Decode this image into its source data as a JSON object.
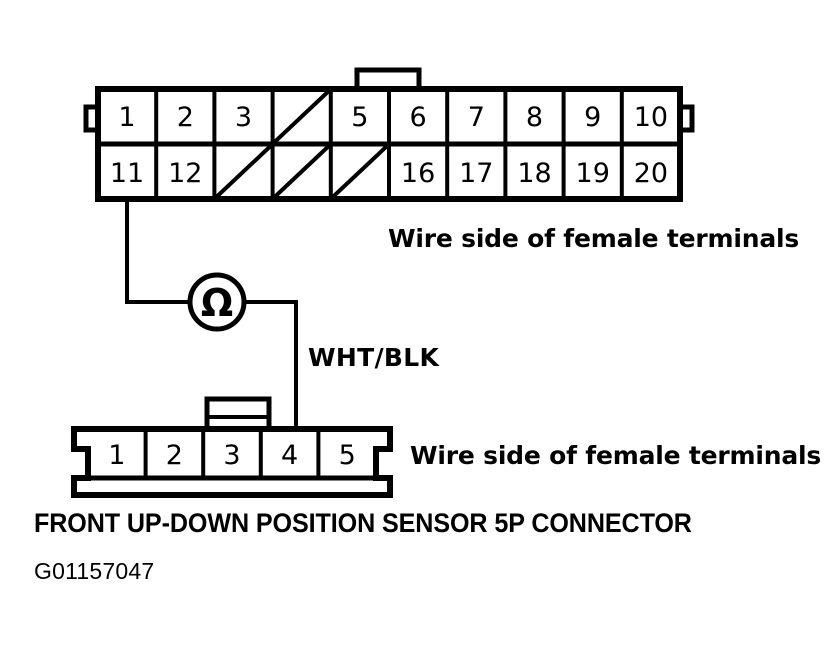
{
  "figure": {
    "id_label": "G01157047",
    "title": "FRONT UP-DOWN POSITION SENSOR 5P CONNECTOR"
  },
  "labels": {
    "wire_side_20p": "Wire side of female terminals",
    "wire_side_5p": "Wire side of female terminals",
    "wire_color_code": "WHT/BLK"
  },
  "meter": {
    "symbol": "Ω",
    "name": "ohmmeter"
  },
  "connector_20p": {
    "name": "20P connector",
    "rows": [
      {
        "cells": [
          {
            "label": "1",
            "empty": false
          },
          {
            "label": "2",
            "empty": false
          },
          {
            "label": "3",
            "empty": false
          },
          {
            "label": "",
            "empty": true
          },
          {
            "label": "5",
            "empty": false
          },
          {
            "label": "6",
            "empty": false
          },
          {
            "label": "7",
            "empty": false
          },
          {
            "label": "8",
            "empty": false
          },
          {
            "label": "9",
            "empty": false
          },
          {
            "label": "10",
            "empty": false
          }
        ]
      },
      {
        "cells": [
          {
            "label": "11",
            "empty": false
          },
          {
            "label": "12",
            "empty": false
          },
          {
            "label": "",
            "empty": true
          },
          {
            "label": "",
            "empty": true
          },
          {
            "label": "",
            "empty": true
          },
          {
            "label": "16",
            "empty": false
          },
          {
            "label": "17",
            "empty": false
          },
          {
            "label": "18",
            "empty": false
          },
          {
            "label": "19",
            "empty": false
          },
          {
            "label": "20",
            "empty": false
          }
        ]
      }
    ]
  },
  "connector_5p": {
    "name": "5P connector",
    "cells": [
      {
        "label": "1"
      },
      {
        "label": "2"
      },
      {
        "label": "3"
      },
      {
        "label": "4"
      },
      {
        "label": "5"
      }
    ]
  },
  "colors": {
    "line": "#000000",
    "background": "#ffffff"
  }
}
